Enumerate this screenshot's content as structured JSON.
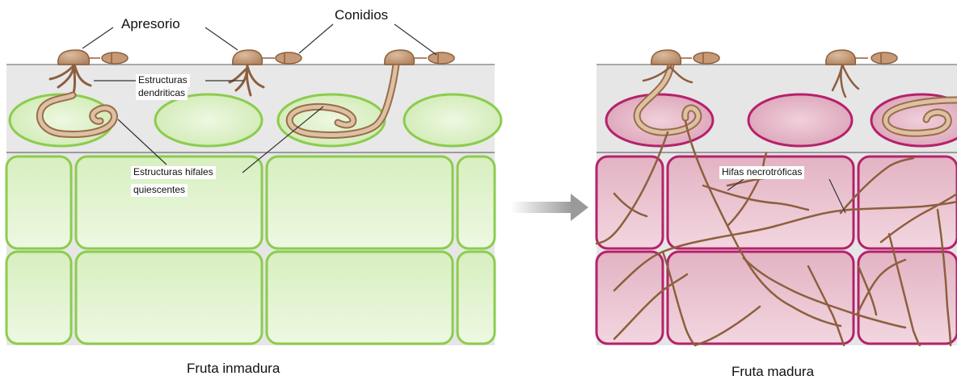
{
  "labels": {
    "apresorio": "Apresorio",
    "conidios": "Conidios",
    "estructuras_dendriticas_1": "Estructuras",
    "estructuras_dendriticas_2": "dendriticas",
    "estructuras_hifales_1": "Estructuras hifales",
    "estructuras_hifales_2": "quiescentes",
    "hifas_necrotroficas": "Hifas necrotróficas"
  },
  "captions": {
    "left": "Fruta inmadura",
    "right": "Fruta madura"
  },
  "colors": {
    "immature_cell_fill": "#e2f4cf",
    "immature_cell_border": "#8ccc4d",
    "mature_cell_fill": "#ecc6d1",
    "mature_cell_border": "#b5226b",
    "cuticle": "#e3e3e3",
    "fungus": "#9b6c4a",
    "fungus_fill": "#c9a285"
  }
}
